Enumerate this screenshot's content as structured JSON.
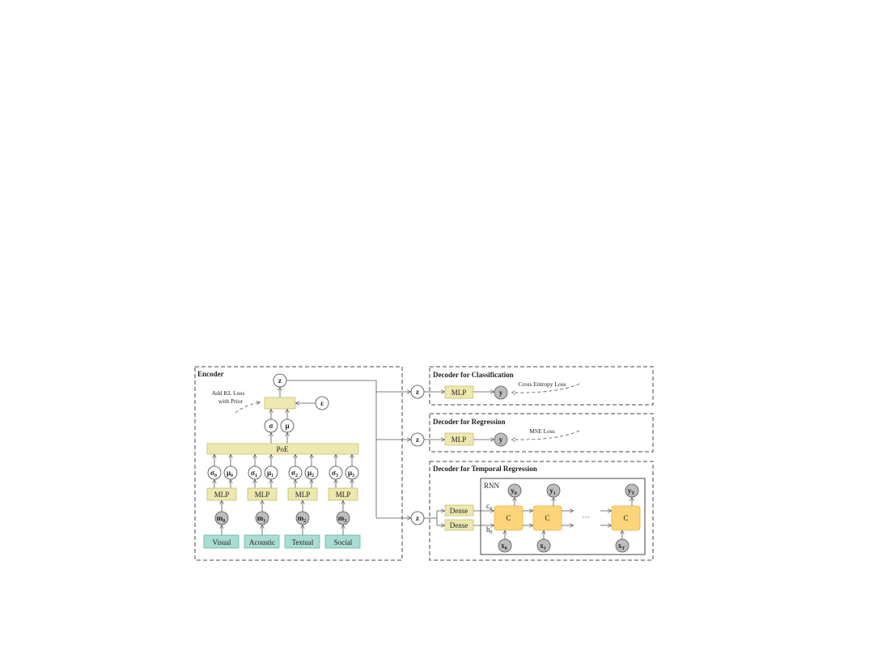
{
  "encoder": {
    "title": "Encoder",
    "z": "z",
    "epsilon": "ε",
    "kl_note_line1": "Add KL Loss",
    "kl_note_line2": "with Prior",
    "sigma": "σ",
    "mu": "μ",
    "poe": "PoE",
    "modalities": [
      {
        "sigma": "σ",
        "mu": "μ",
        "sub": "0",
        "mlp": "MLP",
        "m": "m",
        "input": "Visual"
      },
      {
        "sigma": "σ",
        "mu": "μ",
        "sub": "1",
        "mlp": "MLP",
        "m": "m",
        "input": "Acoustic"
      },
      {
        "sigma": "σ",
        "mu": "μ",
        "sub": "2",
        "mlp": "MLP",
        "m": "m",
        "input": "Textual"
      },
      {
        "sigma": "σ",
        "mu": "μ",
        "sub": "3",
        "mlp": "MLP",
        "m": "m",
        "input": "Social"
      }
    ]
  },
  "decoder_classification": {
    "title": "Decoder for Classification",
    "z": "z",
    "mlp": "MLP",
    "y": "y",
    "loss": "Cross Entropy Loss"
  },
  "decoder_regression": {
    "title": "Decoder for Regression",
    "z": "z",
    "mlp": "MLP",
    "y": "y",
    "loss": "MSE Loss"
  },
  "decoder_temporal": {
    "title": "Decoder for Temporal Regression",
    "z": "z",
    "rnn": "RNN",
    "dense": "Dense",
    "c0": "c",
    "h0": "h",
    "zero": "0",
    "cell": "C",
    "ellipsis": "···",
    "steps": [
      {
        "y": "y",
        "x": "x",
        "sub": "0"
      },
      {
        "y": "y",
        "x": "x",
        "sub": "1"
      },
      {
        "y": "y",
        "x": "x",
        "sub": "T"
      }
    ]
  }
}
